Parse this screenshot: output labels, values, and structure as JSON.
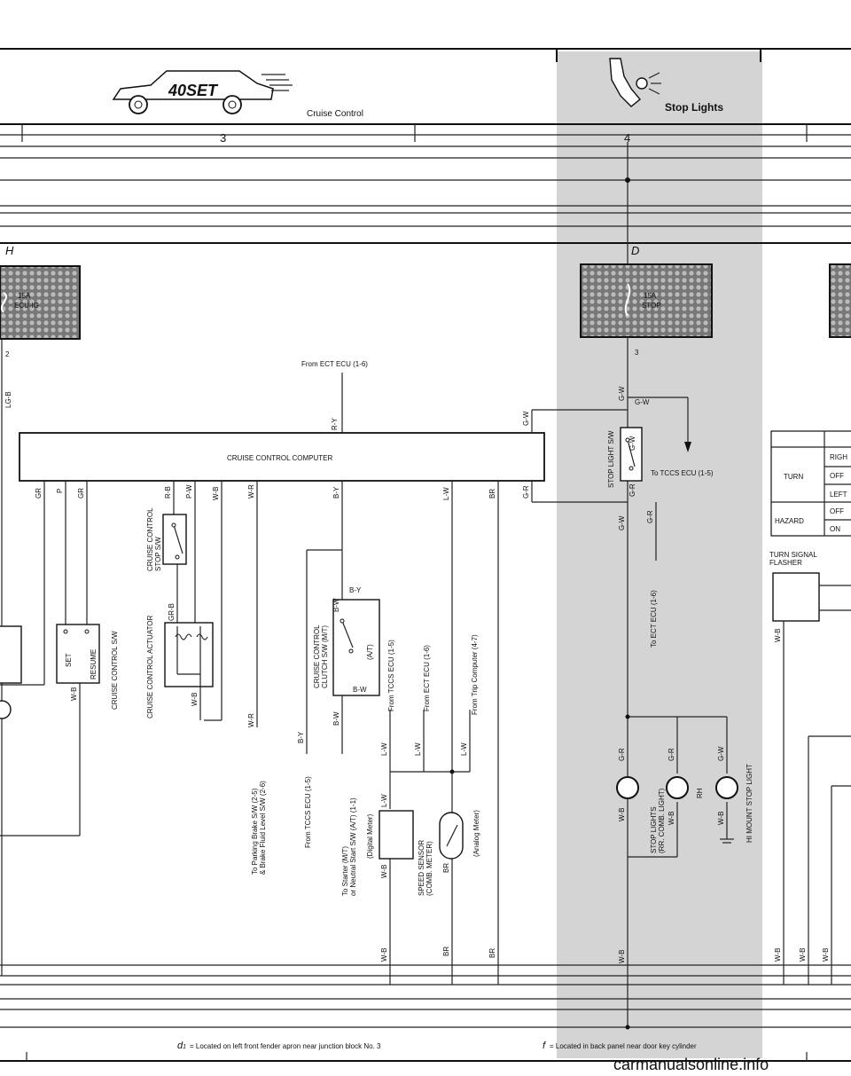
{
  "header": {
    "badge": "40SET",
    "cruise_title": "Cruise Control",
    "stop_title": "Stop Lights",
    "col3": "3",
    "col4": "4",
    "col_h": "H",
    "col_d": "D"
  },
  "fuses": {
    "ecu_ig": {
      "amps": "15A",
      "name": "ECU-IG"
    },
    "stop": {
      "amps": "15A",
      "name": "STOP"
    }
  },
  "pins": {
    "p2": "2",
    "p3": "3"
  },
  "computer": {
    "label": "CRUISE CONTROL COMPUTER"
  },
  "from_ect_top": "From ECT ECU (1-6)",
  "wires": {
    "lgb": "LG-B",
    "ry": "R-Y",
    "gr1": "GR",
    "p": "P",
    "gr2": "GR",
    "rb": "R-B",
    "pw": "P-W",
    "wb1": "W-B",
    "wr": "W-R",
    "by": "B-Y",
    "lw": "L-W",
    "br": "BR",
    "gw_left": "G-W",
    "gr_left": "G-R",
    "gw_top": "G-W",
    "gw_mid": "G-W",
    "gw_sw": "G-W",
    "gr_sw": "G-R",
    "gw_low": "G-W",
    "gr_low": "G-R",
    "grb": "GR-B",
    "wb_act": "W-B",
    "wb_set": "W-B",
    "bw1": "B-W",
    "by2": "B-Y",
    "bw2": "B-W",
    "wr2": "W-R",
    "by3": "B-Y",
    "bw3": "B-W",
    "lw1": "L-W",
    "lw2": "L-W",
    "lw3": "L-W",
    "lw4": "L-W",
    "wb_spd": "W-B",
    "br_spd": "BR",
    "wb_b1": "W-B",
    "br_b1": "BR",
    "br_b2": "BR",
    "wb_b2": "W-B",
    "gr_l1": "G-R",
    "wb_l1": "W-B",
    "gr_l2": "G-R",
    "wb_l2": "W-B",
    "gw_l3": "G-W",
    "wb_l3": "W-B",
    "rh": "RH",
    "wb_flash": "W-B",
    "wb_r1": "W-B",
    "wb_r2": "W-B",
    "wb_r3": "W-B"
  },
  "components": {
    "stop_sw": "CRUISE CONTROL\nSTOP S/W",
    "actuator": "CRUISE CONTROL ACTUATOR",
    "control_sw": "CRUISE CONTROL S/W",
    "set": "SET",
    "resume": "RESUME",
    "clutch_sw": "CRUISE CONTROL\nCLUTCH S/W (M/T)",
    "at": "(A/T)",
    "speed_sensor": "SPEED SENSOR\n(COMB. METER)",
    "digital_meter": "(Digital Meter)",
    "analog_meter": "(Analog Meter)",
    "stop_light_sw": "STOP LIGHT S/W",
    "stop_lights": "STOP LIGHTS\n(RR. COMB. LIGHT)",
    "hi_mount": "HI MOUNT STOP LIGHT",
    "turn_signal_flasher": "TURN SIGNAL\nFLASHER"
  },
  "refs": {
    "to_parking": "To Parking Brake S/W (2-5)\n& Brake Fluid Level S/W (2-6)",
    "from_tccs_15": "From TCCS ECU (1-5)",
    "to_starter": "To Starter (M/T)\nor Neutral Start S/W (A/T) (1-1)",
    "from_tccs_v": "From TCCS ECU (1-5)",
    "from_ect_v": "From ECT ECU (1-6)",
    "from_trip": "From Trip Computer (4-7)",
    "to_tccs": "To TCCS ECU (1-5)",
    "to_ect": "To ECT ECU (1-6)"
  },
  "table": {
    "turn": "TURN",
    "hazard": "HAZARD",
    "rows": [
      "RIGH",
      "OFF",
      "LEFT",
      "OFF",
      "ON"
    ]
  },
  "footer": {
    "note_d": "d",
    "note_d_sub": "1",
    "note_d_text": "= Located on left front fender apron near junction block No. 3",
    "note_f": "f",
    "note_f_text": "= Located in back panel near door key cylinder",
    "watermark": "carmanualsonline.info"
  }
}
